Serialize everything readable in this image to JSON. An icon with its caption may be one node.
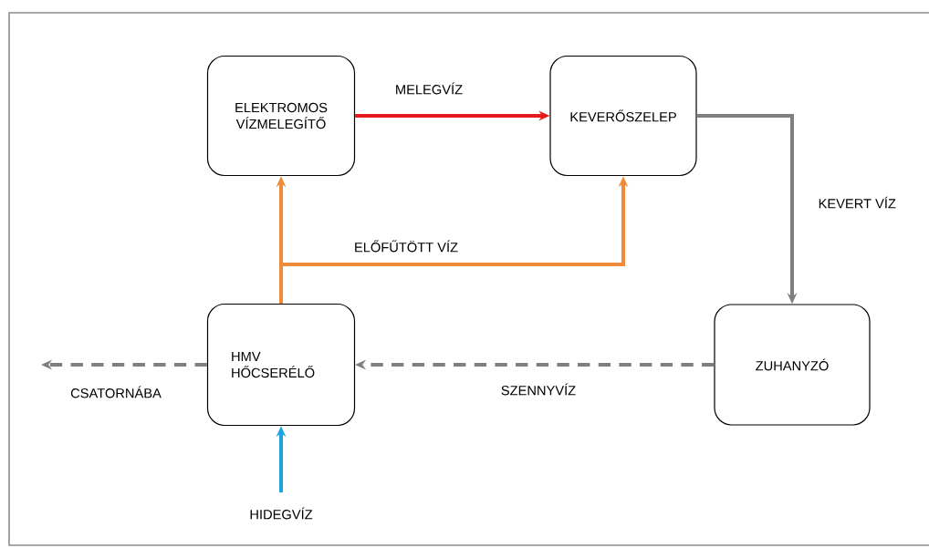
{
  "diagram": {
    "nodes": [
      {
        "text": [
          "ELEKTROMOS VÍZMELEGÍTŐ"
        ]
      },
      {
        "text": [
          "KEVERŐSZELEP"
        ]
      },
      {
        "text": [
          "HMV HŐCSERÉLŐ"
        ]
      },
      {
        "text": [
          "ZUHANYZÓ"
        ]
      }
    ],
    "edges": [
      {
        "from": 0,
        "to": 1,
        "arrow": "to",
        "label": "MELEGVÍZ",
        "color": "#e8191b"
      },
      {
        "from": 2,
        "to": 0,
        "arrow": "to",
        "color": "#ed8b3a"
      },
      {
        "from": 2,
        "to": 1,
        "arrow": "to",
        "label": "ELŐFŰTÖTT VÍZ",
        "color": "#ed8b3a"
      },
      {
        "from": 1,
        "to": 3,
        "arrow": "to",
        "label": "KEVERT VÍZ",
        "color": "#7f7f7f"
      },
      {
        "from": 3,
        "to": 2,
        "arrow": "to",
        "label": "SZENNYVÍZ",
        "style": "dashed",
        "color": "#7f7f7f"
      },
      {
        "from": 2,
        "to": null,
        "arrow": "to",
        "label": "CSATORNÁBA",
        "style": "dashed",
        "color": "#7f7f7f"
      },
      {
        "from": null,
        "to": 2,
        "arrow": "to",
        "label": "HIDEGVÍZ",
        "color": "#1ca4e0"
      }
    ]
  }
}
